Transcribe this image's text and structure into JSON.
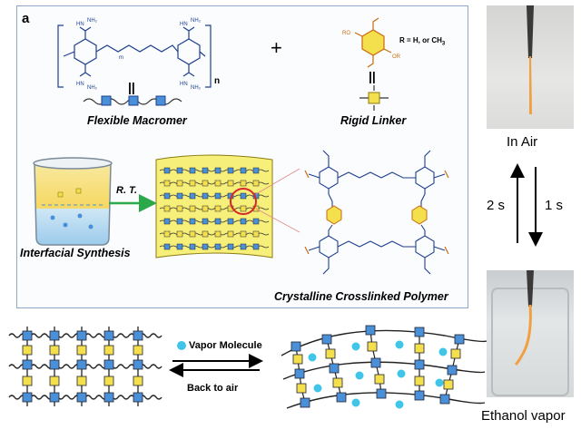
{
  "panel": {
    "letter": "a",
    "macromer_label": "Flexible Macromer",
    "linker_label": "Rigid  Linker",
    "linker_substituent": "R = H, or CH",
    "linker_substituent_sub": "3",
    "synthesis_label": "Interfacial Synthesis",
    "condition_label": "R. T.",
    "polymer_label": "Crystalline Crosslinked Polymer",
    "chain_index_n": "n",
    "plus": "+",
    "equiv": "||"
  },
  "bottom": {
    "vapor_label": "Vapor Molecule",
    "back_label": "Back to air"
  },
  "photos": {
    "top_caption": "In Air",
    "bottom_caption": "Ethanol vapor",
    "time_up": "2 s",
    "time_down": "1 s"
  },
  "colors": {
    "blue_unit": "#4a90d9",
    "yellow_unit": "#f4e04d",
    "vapor": "#40c4e8",
    "green_arrow": "#2aa84a",
    "film": "#f6ef7a",
    "panel_border": "#8ea9c8",
    "actuator": "#f0a040"
  }
}
